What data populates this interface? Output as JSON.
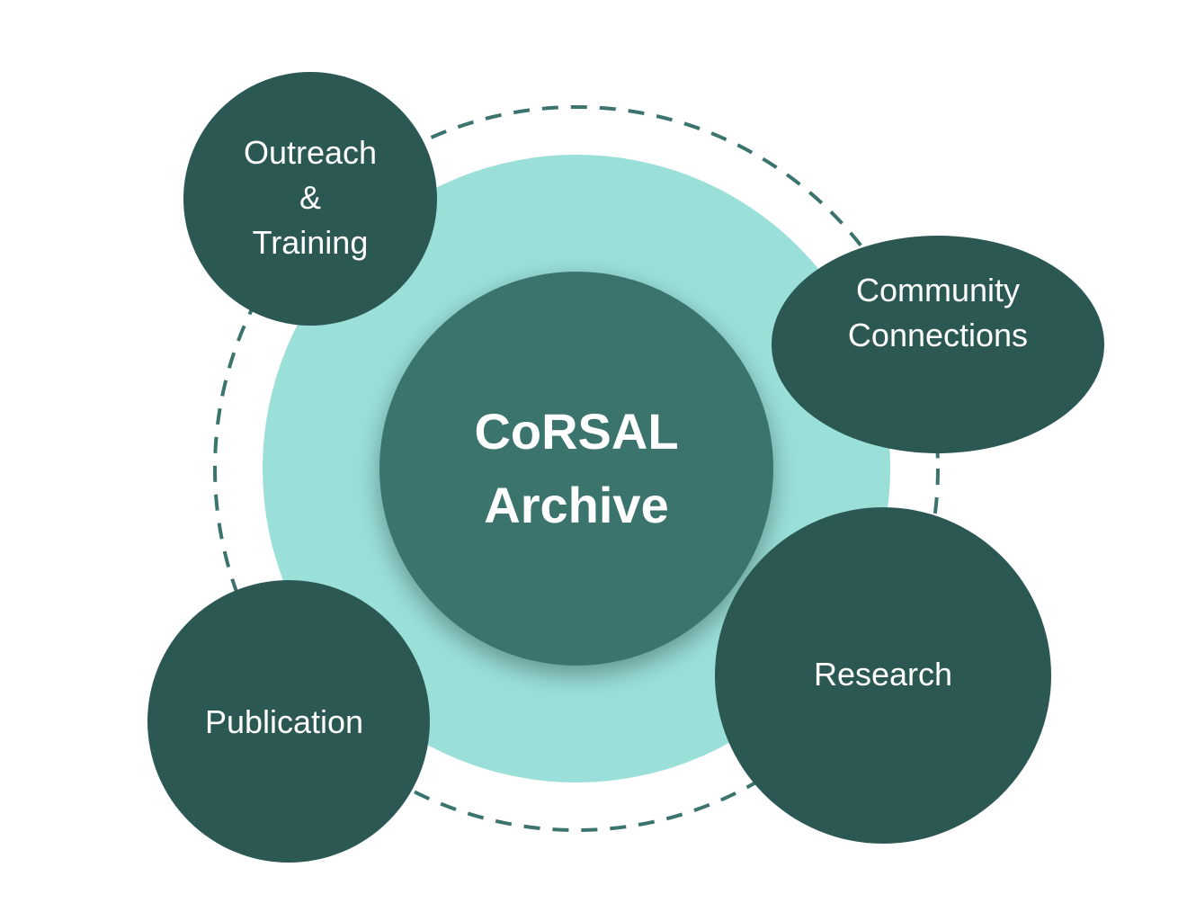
{
  "center": {
    "line1": "CoRSAL",
    "line2": "Archive"
  },
  "nodes": {
    "outreach": {
      "line1": "Outreach",
      "line2": "&",
      "line3": "Training"
    },
    "community": {
      "line1": "Community",
      "line2": "Connections"
    },
    "research": {
      "label": "Research"
    },
    "publication": {
      "label": "Publication"
    }
  },
  "colors": {
    "node_dark": "#2c5853",
    "center_fill": "#3b736d",
    "ring_light": "#9ae0d9",
    "dashed_ring": "#3b736d",
    "text": "#ffffff",
    "background": "#ffffff"
  }
}
